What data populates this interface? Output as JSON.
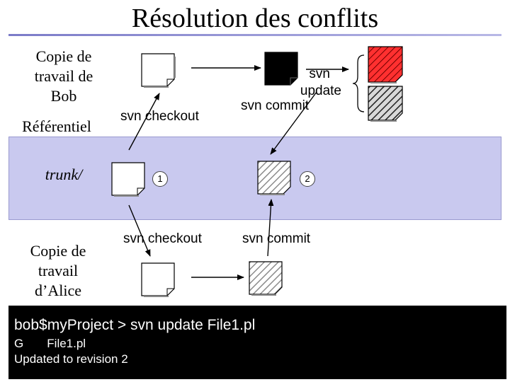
{
  "title": "Résolution des conflits",
  "labels": {
    "bob_wc": "Copie de travail de Bob",
    "repo": "Référentiel",
    "trunk": "trunk/",
    "alice_wc": "Copie de travail d’Alice"
  },
  "commands": {
    "bob_checkout": "svn checkout",
    "bob_update_line1": "svn",
    "bob_update_line2": "update",
    "bob_commit": "svn commit",
    "alice_checkout": "svn checkout",
    "alice_commit": "svn commit"
  },
  "badges": {
    "rev1": "1",
    "rev2": "2"
  },
  "terminal": {
    "line1": "bob$myProject > svn update File1.pl",
    "line2": "G       File1.pl",
    "line3": "Updated to revision 2"
  },
  "colors": {
    "repo_band": "#c9c9ef",
    "conflict_red": "#e02020",
    "hatch_gray": "#a0a0a0",
    "terminal_bg": "#000000",
    "terminal_fg": "#ffffff"
  }
}
